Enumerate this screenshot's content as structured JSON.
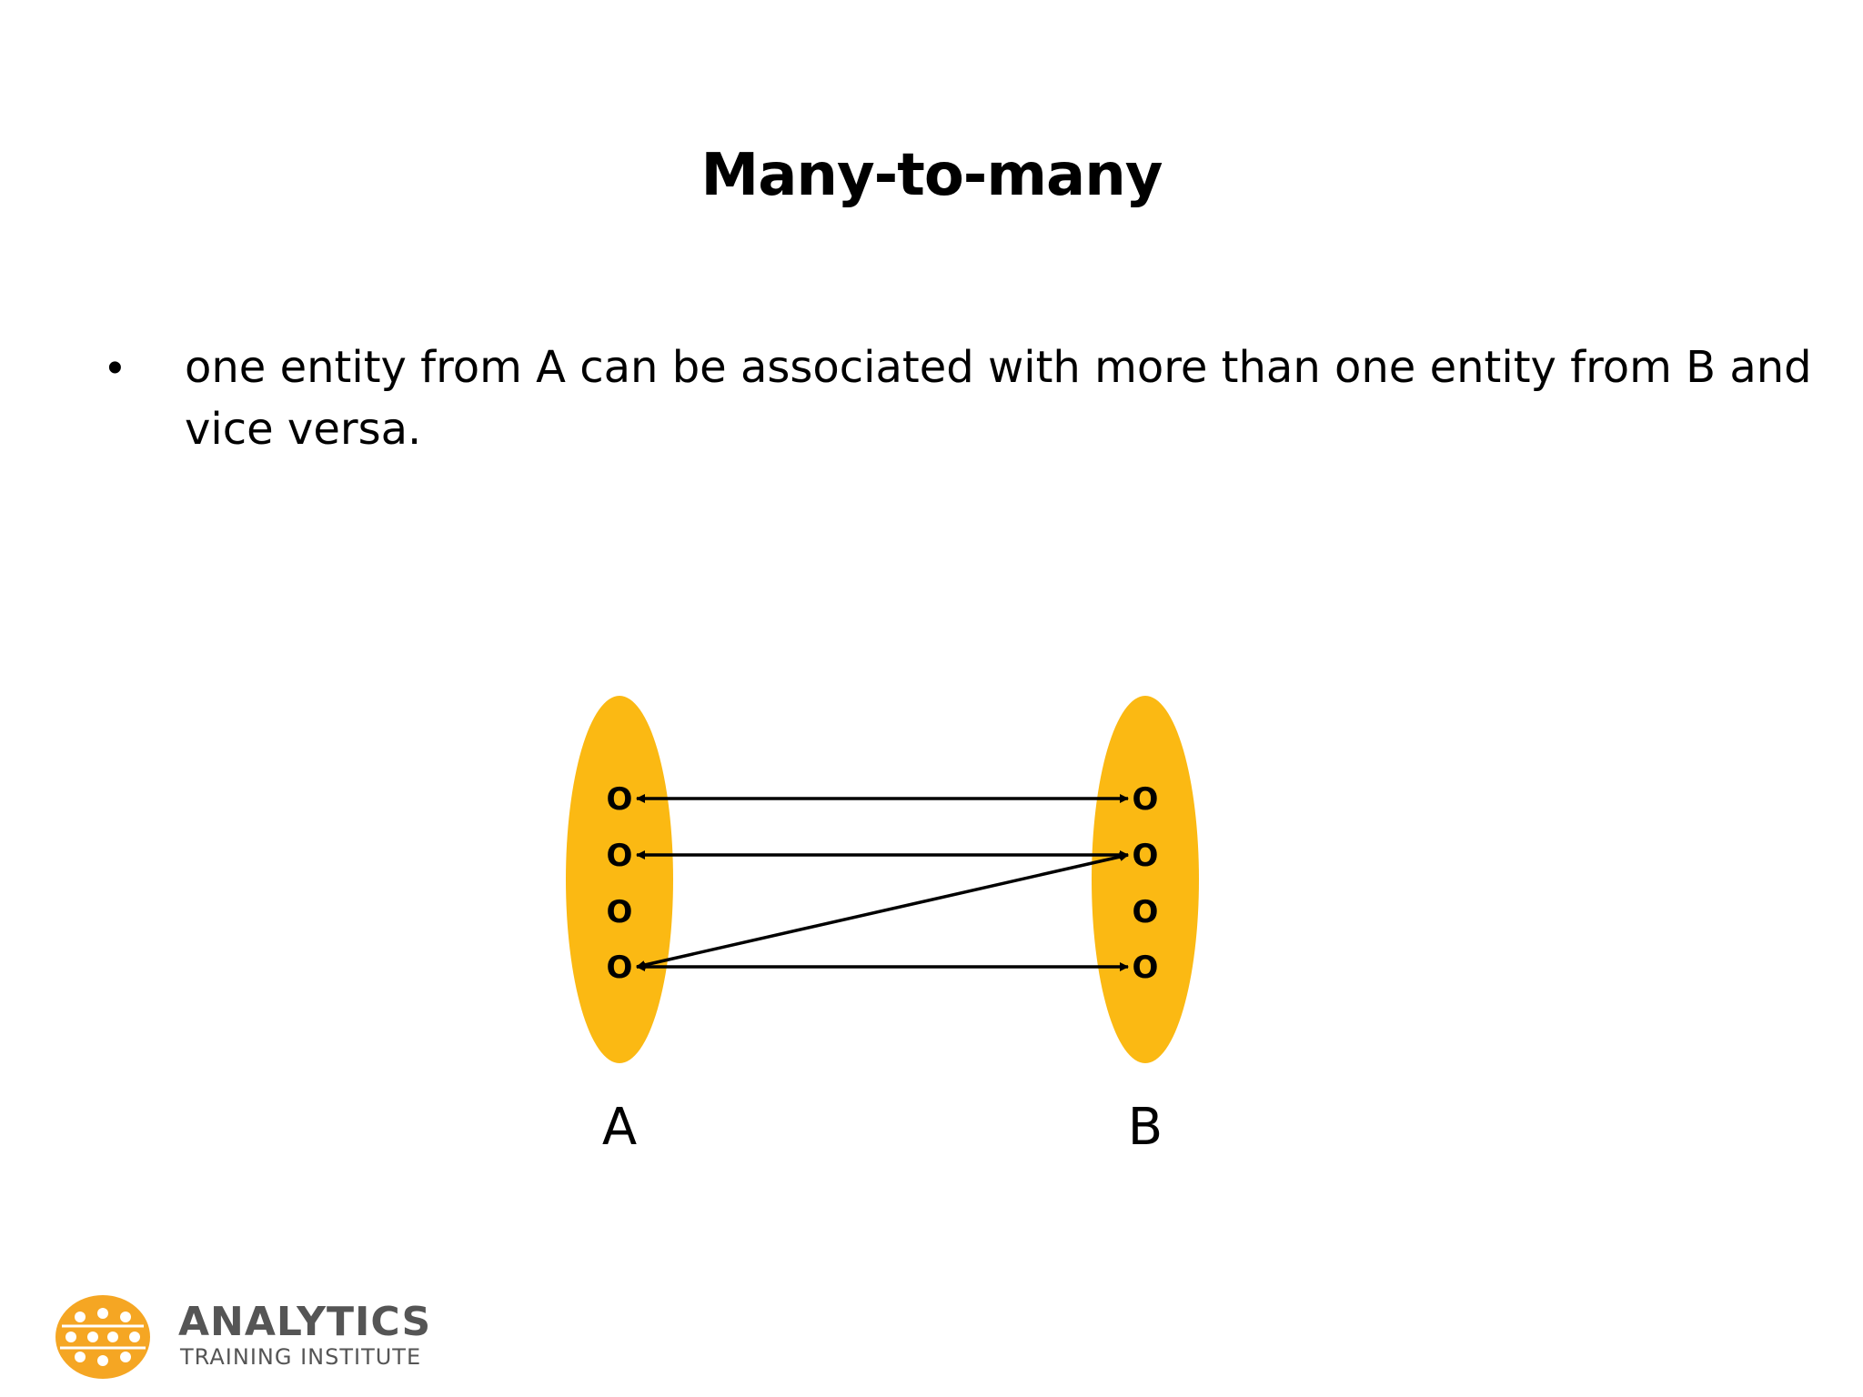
{
  "slide": {
    "title": "Many-to-many",
    "bullet": {
      "marker": "•",
      "text": "one entity from A can be associated with more than one entity from B and vice versa."
    }
  },
  "diagram": {
    "sets": [
      {
        "label": "A",
        "elements": [
          "O",
          "O",
          "O",
          "O"
        ]
      },
      {
        "label": "B",
        "elements": [
          "O",
          "O",
          "O",
          "O"
        ]
      }
    ],
    "relations": [
      {
        "from": "A1",
        "to": "B1",
        "arrowheads": "both"
      },
      {
        "from": "A2",
        "to": "B2",
        "arrowheads": "both"
      },
      {
        "from": "A4",
        "to": "B2",
        "arrowheads": "both"
      },
      {
        "from": "A4",
        "to": "B4",
        "arrowheads": "both"
      }
    ],
    "colors": {
      "set_fill": "#FBB913",
      "arrow": "#000000"
    }
  },
  "branding": {
    "name": "ANALYTICS",
    "tagline": "TRAINING INSTITUTE",
    "logo_color": "#F5A623",
    "text_color": "#555555"
  }
}
